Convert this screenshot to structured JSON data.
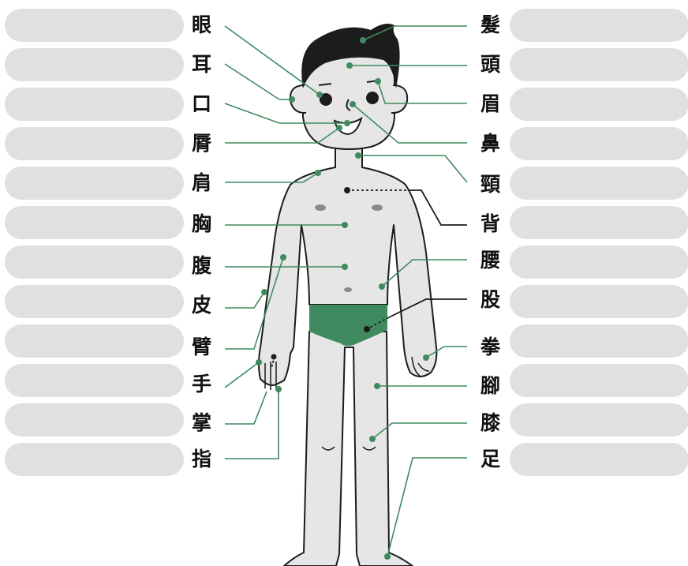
{
  "left_labels": [
    "眼",
    "耳",
    "口",
    "脣",
    "肩",
    "胸",
    "腹",
    "皮",
    "臂",
    "手",
    "掌",
    "指"
  ],
  "right_labels": [
    "髮",
    "頭",
    "眉",
    "鼻",
    "頸",
    "背",
    "腰",
    "股",
    "拳",
    "腳",
    "膝",
    "足"
  ],
  "colors": {
    "accent": "#3f8a5e",
    "pill": "#e0e0e0",
    "skin": "#e6e6e6",
    "hair": "#1c1c1c",
    "outline": "#1c1c1c",
    "underwear": "#3f8a5e"
  }
}
